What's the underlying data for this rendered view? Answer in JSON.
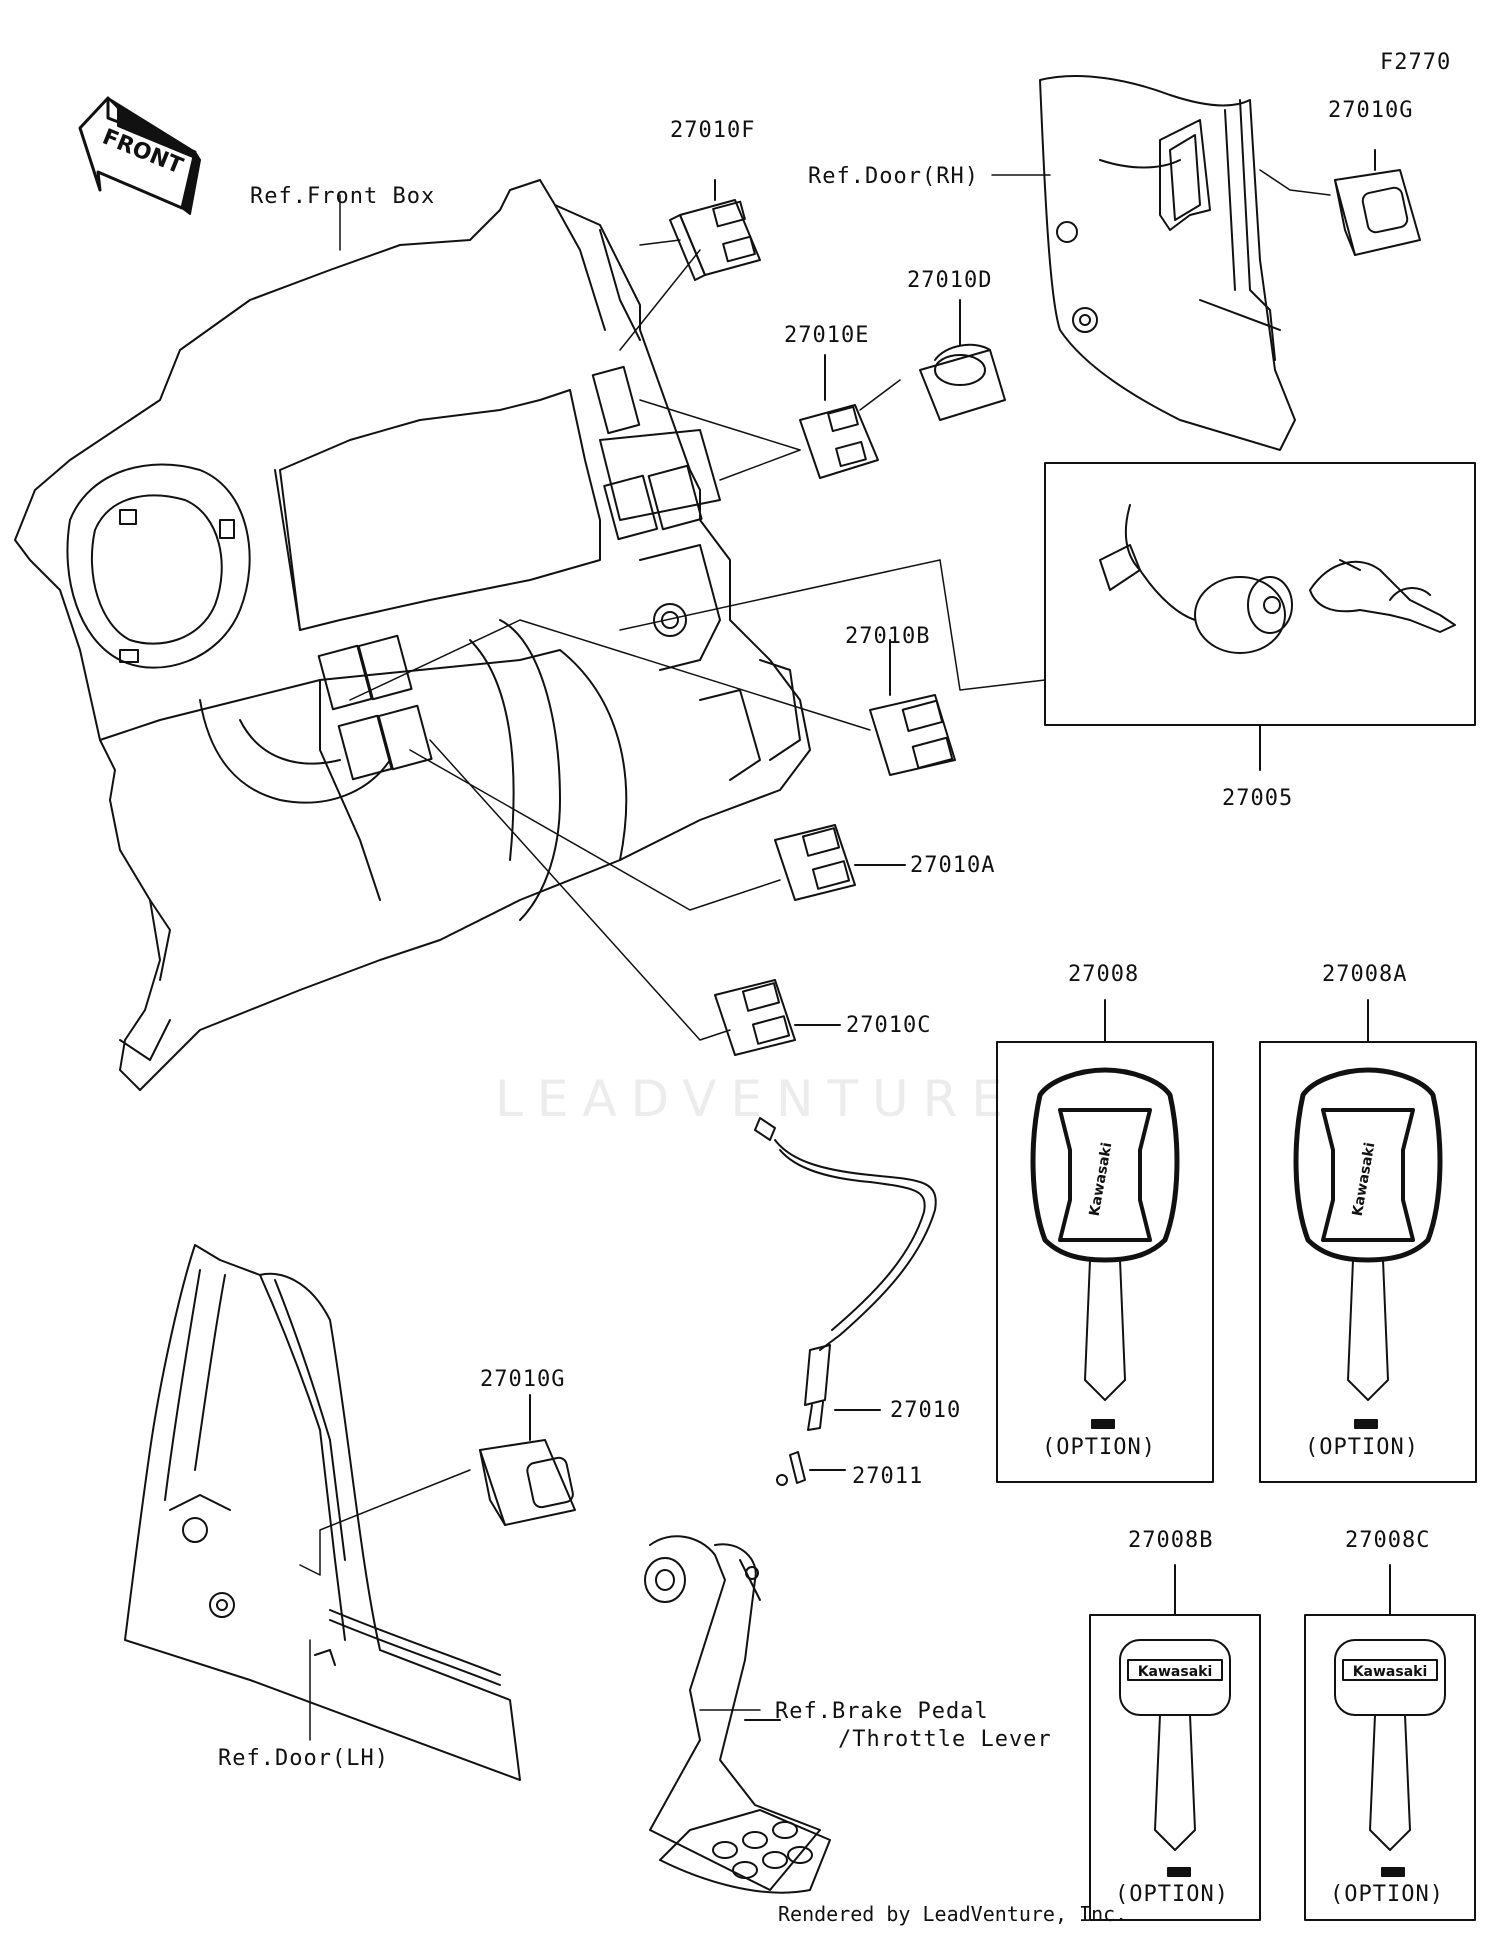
{
  "diagram_code": "F2770",
  "front_arrow": "FRONT",
  "watermark": "LEADVENTURE",
  "footer": "Rendered by LeadVenture, Inc.",
  "refs": {
    "front_box": "Ref.Front Box",
    "door_rh": "Ref.Door(RH)",
    "door_lh": "Ref.Door(LH)",
    "brake_pedal": "Ref.Brake Pedal",
    "throttle_lever": "/Throttle Lever"
  },
  "parts": {
    "p27010F": "27010F",
    "p27010G_top": "27010G",
    "p27010D": "27010D",
    "p27010E": "27010E",
    "p27010B": "27010B",
    "p27005": "27005",
    "p27010A": "27010A",
    "p27010C": "27010C",
    "p27008": "27008",
    "p27008A": "27008A",
    "p27010G_bottom": "27010G",
    "p27010": "27010",
    "p27011": "27011",
    "p27008B": "27008B",
    "p27008C": "27008C"
  },
  "option_labels": [
    "(OPTION)",
    "(OPTION)",
    "(OPTION)",
    "(OPTION)"
  ],
  "key_brand": [
    "Kawasaki",
    "Kawasaki",
    "Kawasaki",
    "Kawasaki"
  ]
}
